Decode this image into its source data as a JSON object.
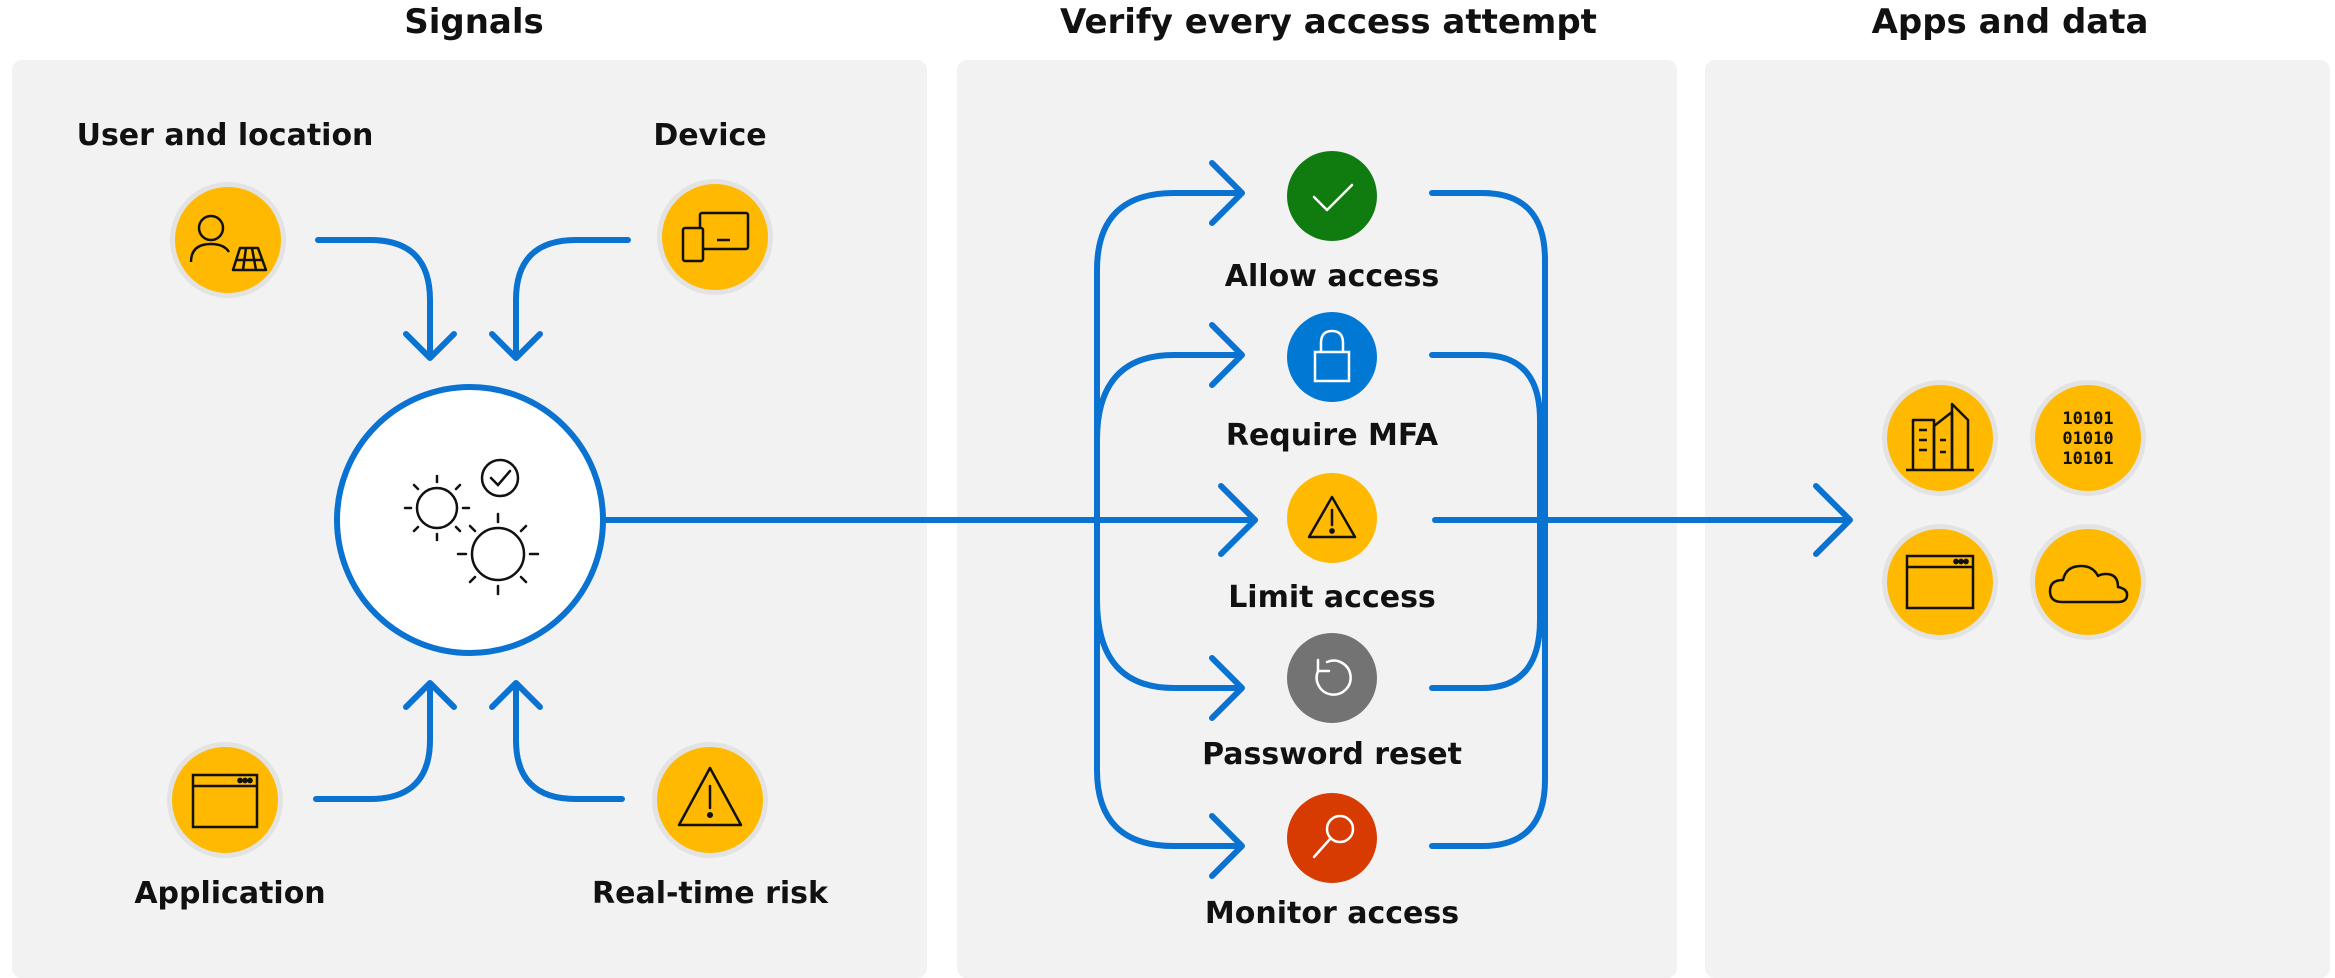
{
  "sections": {
    "signals": "Signals",
    "verify": "Verify every access attempt",
    "apps": "Apps and data"
  },
  "signals": {
    "user_location": "User and location",
    "device": "Device",
    "application": "Application",
    "realtime_risk": "Real-time risk"
  },
  "decisions": {
    "allow": "Allow access",
    "mfa": "Require MFA",
    "limit": "Limit access",
    "password": "Password reset",
    "monitor": "Monitor access"
  },
  "colors": {
    "panel_bg": "#f2f2f2",
    "flow_blue": "#0a72d1",
    "signal_yellow": "#ffb900",
    "allow_green": "#107c10",
    "mfa_blue": "#0078d4",
    "limit_yellow": "#ffb900",
    "password_gray": "#737373",
    "monitor_red": "#d83b01",
    "icon_ring": "#e3e3e3"
  },
  "icons": {
    "user_location": "user-location-icon",
    "device": "devices-icon",
    "application": "app-window-icon",
    "realtime_risk": "warning-icon",
    "engine": "gears-check-icon",
    "allow": "checkmark-icon",
    "mfa": "lock-icon",
    "limit": "warning-icon",
    "password": "refresh-icon",
    "monitor": "magnifier-icon",
    "apps": [
      "building-icon",
      "binary-data-icon",
      "app-window-icon",
      "cloud-icon"
    ]
  }
}
